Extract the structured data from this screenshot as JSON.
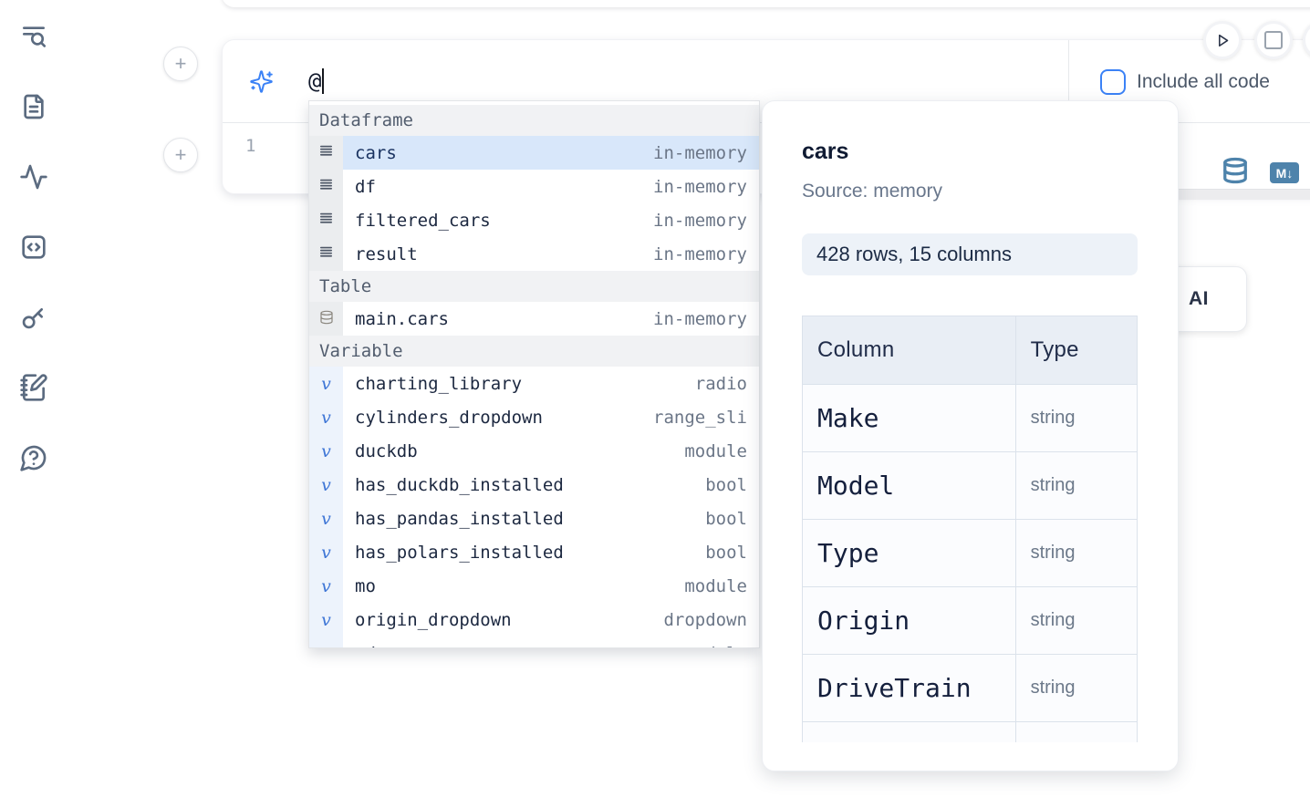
{
  "sidebar": {
    "items": [
      {
        "icon": "list-search-icon"
      },
      {
        "icon": "file-text-icon"
      },
      {
        "icon": "activity-icon"
      },
      {
        "icon": "code-square-icon"
      },
      {
        "icon": "key-icon"
      },
      {
        "icon": "notebook-pen-icon"
      },
      {
        "icon": "help-circle-icon"
      }
    ]
  },
  "run_controls": {
    "buttons": [
      {
        "icon": "play-icon"
      },
      {
        "icon": "stop-icon"
      },
      {
        "icon": "partial-button-icon"
      }
    ]
  },
  "prompt": {
    "sparkle_icon": "sparkles-icon",
    "value": "@"
  },
  "include_code": {
    "label": "Include all code",
    "checked": false
  },
  "cell": {
    "line_number": "1",
    "db_icon": "database-icon",
    "md_icon_label": "M↓"
  },
  "autocomplete": {
    "sections": [
      {
        "label": "Dataframe",
        "kind": "dataframe",
        "icon": "dataframe-icon",
        "items": [
          {
            "name": "cars",
            "type": "in-memory",
            "selected": true
          },
          {
            "name": "df",
            "type": "in-memory"
          },
          {
            "name": "filtered_cars",
            "type": "in-memory"
          },
          {
            "name": "result",
            "type": "in-memory"
          }
        ]
      },
      {
        "label": "Table",
        "kind": "table",
        "icon": "database-icon",
        "items": [
          {
            "name": "main.cars",
            "type": "in-memory"
          }
        ]
      },
      {
        "label": "Variable",
        "kind": "variable",
        "icon": "variable-icon",
        "items": [
          {
            "name": "charting_library",
            "type": "radio"
          },
          {
            "name": "cylinders_dropdown",
            "type": "range_sli"
          },
          {
            "name": "duckdb",
            "type": "module"
          },
          {
            "name": "has_duckdb_installed",
            "type": "bool"
          },
          {
            "name": "has_pandas_installed",
            "type": "bool"
          },
          {
            "name": "has_polars_installed",
            "type": "bool"
          },
          {
            "name": "mo",
            "type": "module"
          },
          {
            "name": "origin_dropdown",
            "type": "dropdown"
          },
          {
            "name": "pd",
            "type": "module",
            "clipped": true
          }
        ]
      }
    ]
  },
  "preview": {
    "title": "cars",
    "source_label": "Source: memory",
    "shape_badge": "428 rows, 15 columns",
    "table": {
      "headers": [
        "Column",
        "Type"
      ],
      "rows": [
        {
          "column": "Make",
          "type": "string"
        },
        {
          "column": "Model",
          "type": "string"
        },
        {
          "column": "Type",
          "type": "string"
        },
        {
          "column": "Origin",
          "type": "string"
        },
        {
          "column": "DriveTrain",
          "type": "string"
        }
      ]
    }
  },
  "ai_card": {
    "visible_label": "AI"
  },
  "colors": {
    "accent_blue": "#3b82f6",
    "steel_blue": "#4e83ab",
    "selected_row_bg": "#d8e7fa",
    "sidebar_icon": "#5b6b80",
    "variable_glyph": "#3f76d6"
  }
}
